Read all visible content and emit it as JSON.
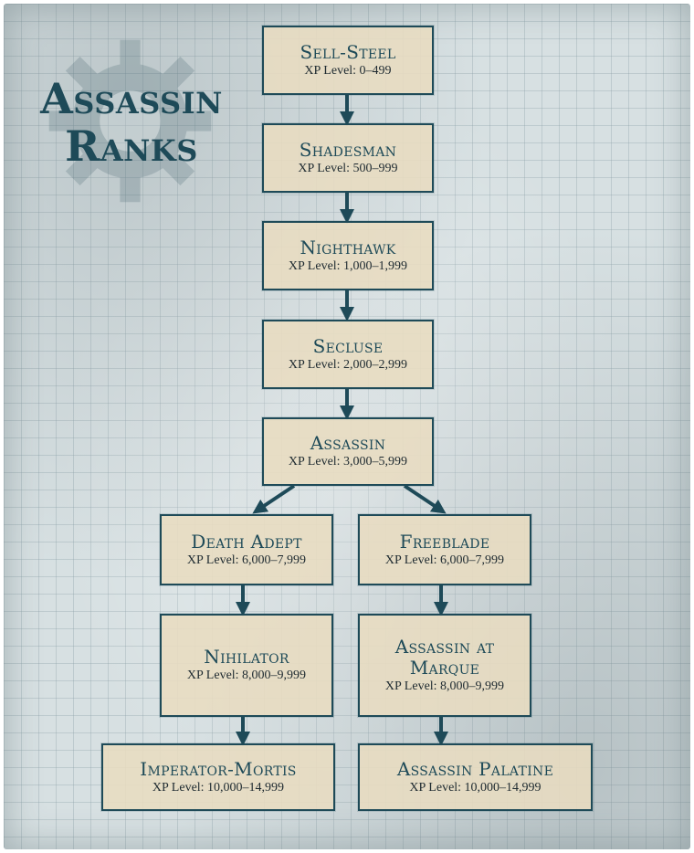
{
  "title": {
    "line1": "Assassin",
    "line2": "Ranks"
  },
  "colors": {
    "ink": "#1e4a58",
    "box_fill": "#e8dcc0",
    "paper": "#d7e0e2"
  },
  "ranks": [
    {
      "name": "Sell-Steel",
      "xp": "XP Level: 0–499"
    },
    {
      "name": "Shadesman",
      "xp": "XP Level: 500–999"
    },
    {
      "name": "Nighthawk",
      "xp": "XP Level: 1,000–1,999"
    },
    {
      "name": "Secluse",
      "xp": "XP Level: 2,000–2,999"
    },
    {
      "name": "Assassin",
      "xp": "XP Level: 3,000–5,999"
    }
  ],
  "branches": {
    "left": [
      {
        "name": "Death Adept",
        "xp": "XP Level: 6,000–7,999"
      },
      {
        "name": "Nihilator",
        "xp": "XP Level: 8,000–9,999"
      },
      {
        "name": "Imperator-Mortis",
        "xp": "XP Level: 10,000–14,999"
      }
    ],
    "right": [
      {
        "name": "Freeblade",
        "xp": "XP Level: 6,000–7,999"
      },
      {
        "name": "Assassin at Marque",
        "xp": "XP Level: 8,000–9,999"
      },
      {
        "name": "Assassin Palatine",
        "xp": "XP Level: 10,000–14,999"
      }
    ]
  }
}
